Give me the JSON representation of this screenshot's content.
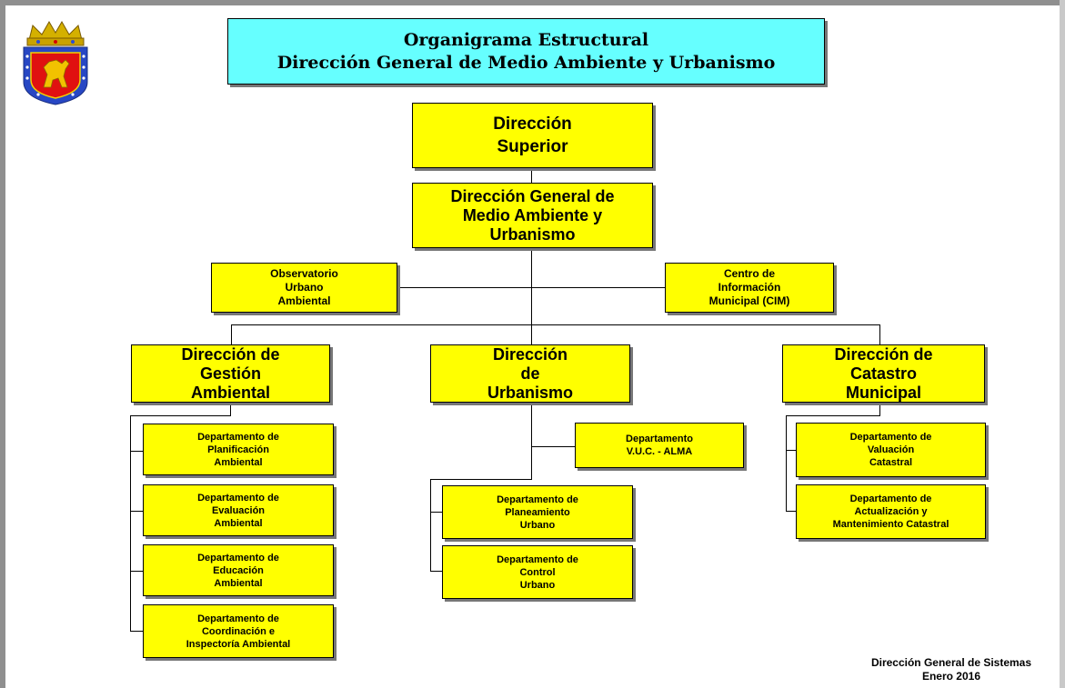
{
  "title": {
    "line1": "Organigrama Estructural",
    "line2": "Dirección General de Medio Ambiente y Urbanismo"
  },
  "nodes": {
    "direccion_superior": "Dirección\nSuperior",
    "direccion_general": "Dirección General de\nMedio Ambiente y\nUrbanismo",
    "observatorio": "Observatorio\nUrbano\nAmbiental",
    "cim": "Centro de\nInformación\nMunicipal (CIM)",
    "gestion_ambiental": "Dirección de\nGestión\nAmbiental",
    "urbanismo": "Dirección\nde\nUrbanismo",
    "catastro": "Dirección de\nCatastro\nMunicipal",
    "dep_planificacion": "Departamento de\nPlanificación\nAmbiental",
    "dep_evaluacion": "Departamento de\nEvaluación\nAmbiental",
    "dep_educacion": "Departamento de\nEducación\nAmbiental",
    "dep_coordinacion": "Departamento de\nCoordinación e\nInspectoría Ambiental",
    "dep_vuc": "Departamento\nV.U.C. - ALMA",
    "dep_planeamiento": "Departamento de\nPlaneamiento\nUrbano",
    "dep_control": "Departamento de\nControl\nUrbano",
    "dep_valuacion": "Departamento de\nValuación\nCatastral",
    "dep_actualizacion": "Departamento de\nActualización y\nMantenimiento Catastral"
  },
  "footer": {
    "line1": "Dirección General de Sistemas",
    "line2": "Enero 2016"
  },
  "colors": {
    "box_fill": "#ffff00",
    "title_fill": "#66ffff",
    "connector": "#000000"
  },
  "icons": [
    "coat-of-arms-logo"
  ]
}
